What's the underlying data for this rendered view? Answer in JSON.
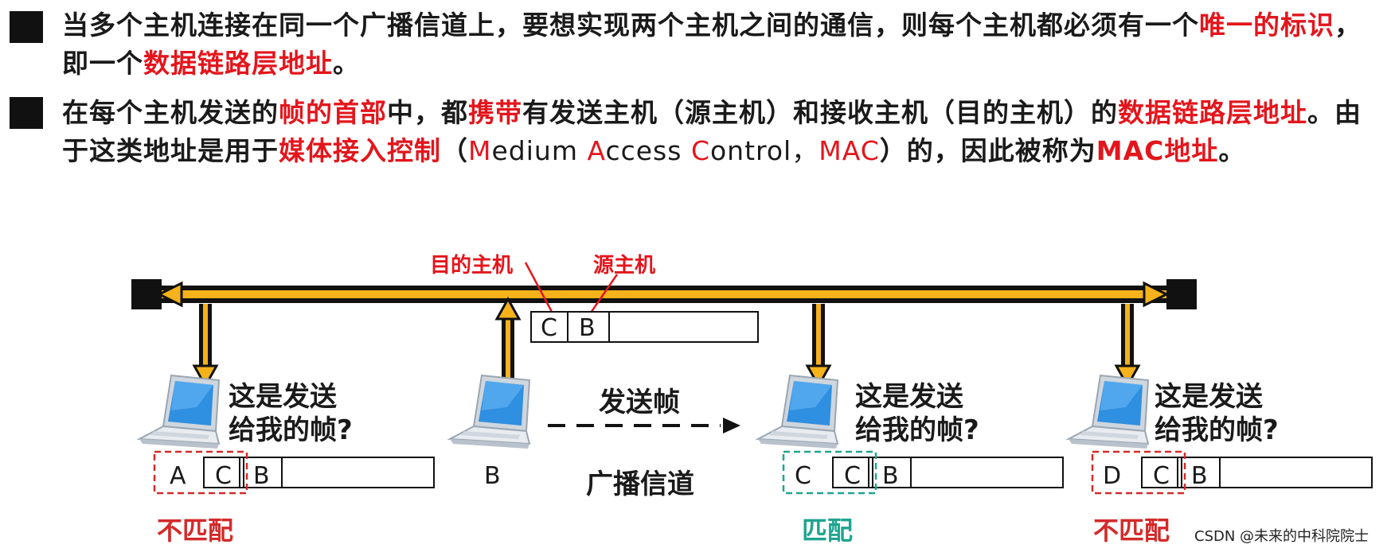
{
  "paragraph1": {
    "part1": "当多个主机连接在同一个广播信道上，要想实现两个主机之间的通信，则每个主机都必须有一个",
    "hl1": "唯一的标识",
    "part2": "，即一个",
    "hl2": "数据链路层地址",
    "part3": "。"
  },
  "paragraph2": {
    "part1": "在每个主机发送的",
    "hl1": "帧的首部",
    "part2": "中，都",
    "hl2": "携带",
    "part3": "有发送主机（源主机）和接收主机（目的主机）的",
    "hl3": "数据链路层地址",
    "part4": "。由于这类地址是用于",
    "hl4": "媒体接入控制",
    "mac_open": "（",
    "mac_m": "M",
    "mac_m_rest": "edium ",
    "mac_a": "A",
    "mac_a_rest": "ccess ",
    "mac_c": "C",
    "mac_c_rest": "ontrol，",
    "mac_abbr": "MAC",
    "mac_close": "）的，因此被称为",
    "hl5": "MAC地址",
    "part5": "。"
  },
  "diagram": {
    "dest_label": "目的主机",
    "src_label": "源主机",
    "sent_frame": [
      "C",
      "B"
    ],
    "question_line1": "这是发送",
    "question_line2": "给我的帧?",
    "send_label": "发送帧",
    "channel_label": "广播信道",
    "host_b_label": "B",
    "hosts": [
      {
        "addr": "A",
        "frame": [
          "C",
          "B"
        ],
        "result": "不匹配",
        "match": false
      },
      {
        "addr": "C",
        "frame": [
          "C",
          "B"
        ],
        "result": "匹配",
        "match": true
      },
      {
        "addr": "D",
        "frame": [
          "C",
          "B"
        ],
        "result": "不匹配",
        "match": false
      }
    ]
  },
  "colors": {
    "highlight_red": "#e3161d",
    "bus_yellow": "#f5b21b",
    "match_teal": "#1fa58f",
    "laptop_blue": "#2f8fe0"
  },
  "watermark": "CSDN @未来的中科院院士"
}
